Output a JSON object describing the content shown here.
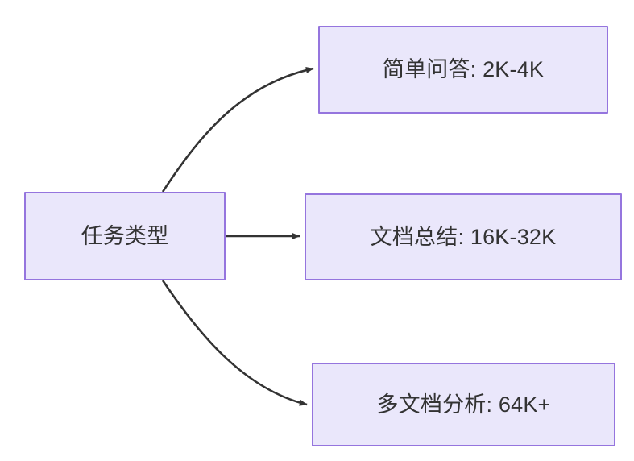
{
  "diagram": {
    "type": "flowchart",
    "direction": "left-to-right",
    "background_color": "#ffffff",
    "node_fill_color": "#eae7fb",
    "node_border_color": "#9575de",
    "node_text_color": "#333333",
    "edge_color": "#333333",
    "root": {
      "id": "root",
      "label": "任务类型"
    },
    "branches": [
      {
        "id": "simple-qa",
        "label": "简单问答: 2K-4K",
        "task": "简单问答",
        "context_range": "2K-4K",
        "edge_style": "curved"
      },
      {
        "id": "doc-summary",
        "label": "文档总结: 16K-32K",
        "task": "文档总结",
        "context_range": "16K-32K",
        "edge_style": "straight"
      },
      {
        "id": "multi-doc",
        "label": "多文档分析: 64K+",
        "task": "多文档分析",
        "context_range": "64K+",
        "edge_style": "curved"
      }
    ]
  }
}
